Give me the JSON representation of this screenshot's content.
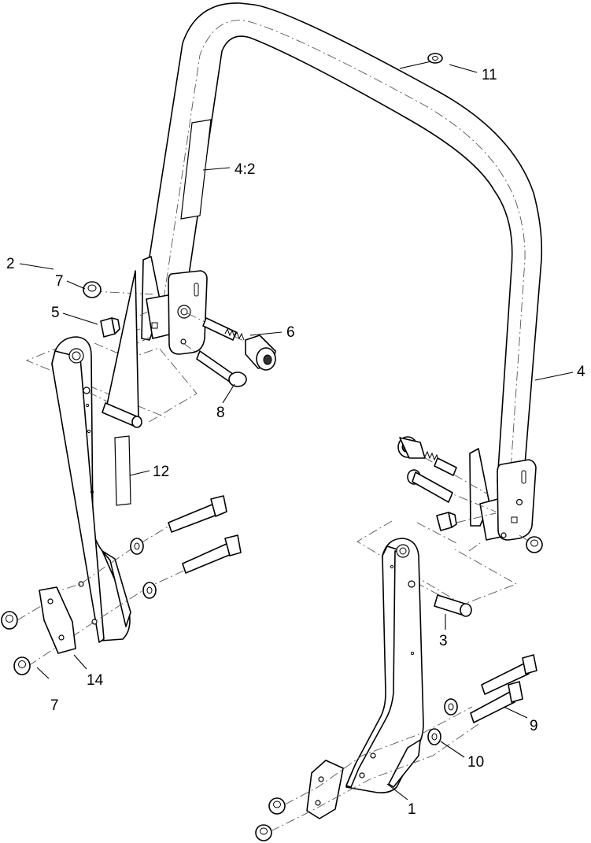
{
  "callouts": {
    "c11": "11",
    "c4_2": "4:2",
    "c7_top": "7",
    "c5": "5",
    "c6": "6",
    "c8": "8",
    "c2": "2",
    "c12": "12",
    "c4": "4",
    "c3": "3",
    "c14": "14",
    "c7_bottom": "7",
    "c9": "9",
    "c10": "10",
    "c1": "1"
  }
}
